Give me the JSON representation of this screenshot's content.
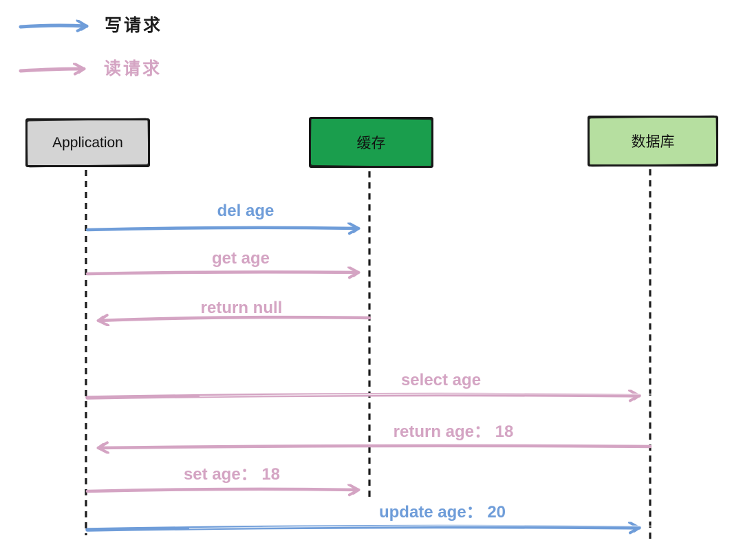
{
  "legend": {
    "write": {
      "label": "写请求",
      "color": "#6f9dd9"
    },
    "read": {
      "label": "读请求",
      "color": "#d4a4c3"
    }
  },
  "actors": [
    {
      "id": "application",
      "label": "Application",
      "fill": "#d4d4d4"
    },
    {
      "id": "cache",
      "label": "缓存",
      "fill": "#1a9e4d"
    },
    {
      "id": "database",
      "label": "数据库",
      "fill": "#b6dfa0"
    }
  ],
  "messages": [
    {
      "label": "del age",
      "from": "application",
      "to": "cache",
      "type": "write"
    },
    {
      "label": "get age",
      "from": "application",
      "to": "cache",
      "type": "read"
    },
    {
      "label": "return null",
      "from": "cache",
      "to": "application",
      "type": "read"
    },
    {
      "label": "select age",
      "from": "application",
      "to": "database",
      "type": "read"
    },
    {
      "label": "return age： 18",
      "from": "database",
      "to": "application",
      "type": "read"
    },
    {
      "label": "set age： 18",
      "from": "application",
      "to": "cache",
      "type": "read"
    },
    {
      "label": "update age： 20",
      "from": "application",
      "to": "database",
      "type": "write"
    }
  ],
  "colors": {
    "write_arrow": "#6f9dd9",
    "read_arrow": "#d4a4c3",
    "lifeline": "#1b1b1b",
    "application_fill": "#d4d4d4",
    "cache_fill": "#1a9e4d",
    "database_fill": "#b6dfa0"
  }
}
